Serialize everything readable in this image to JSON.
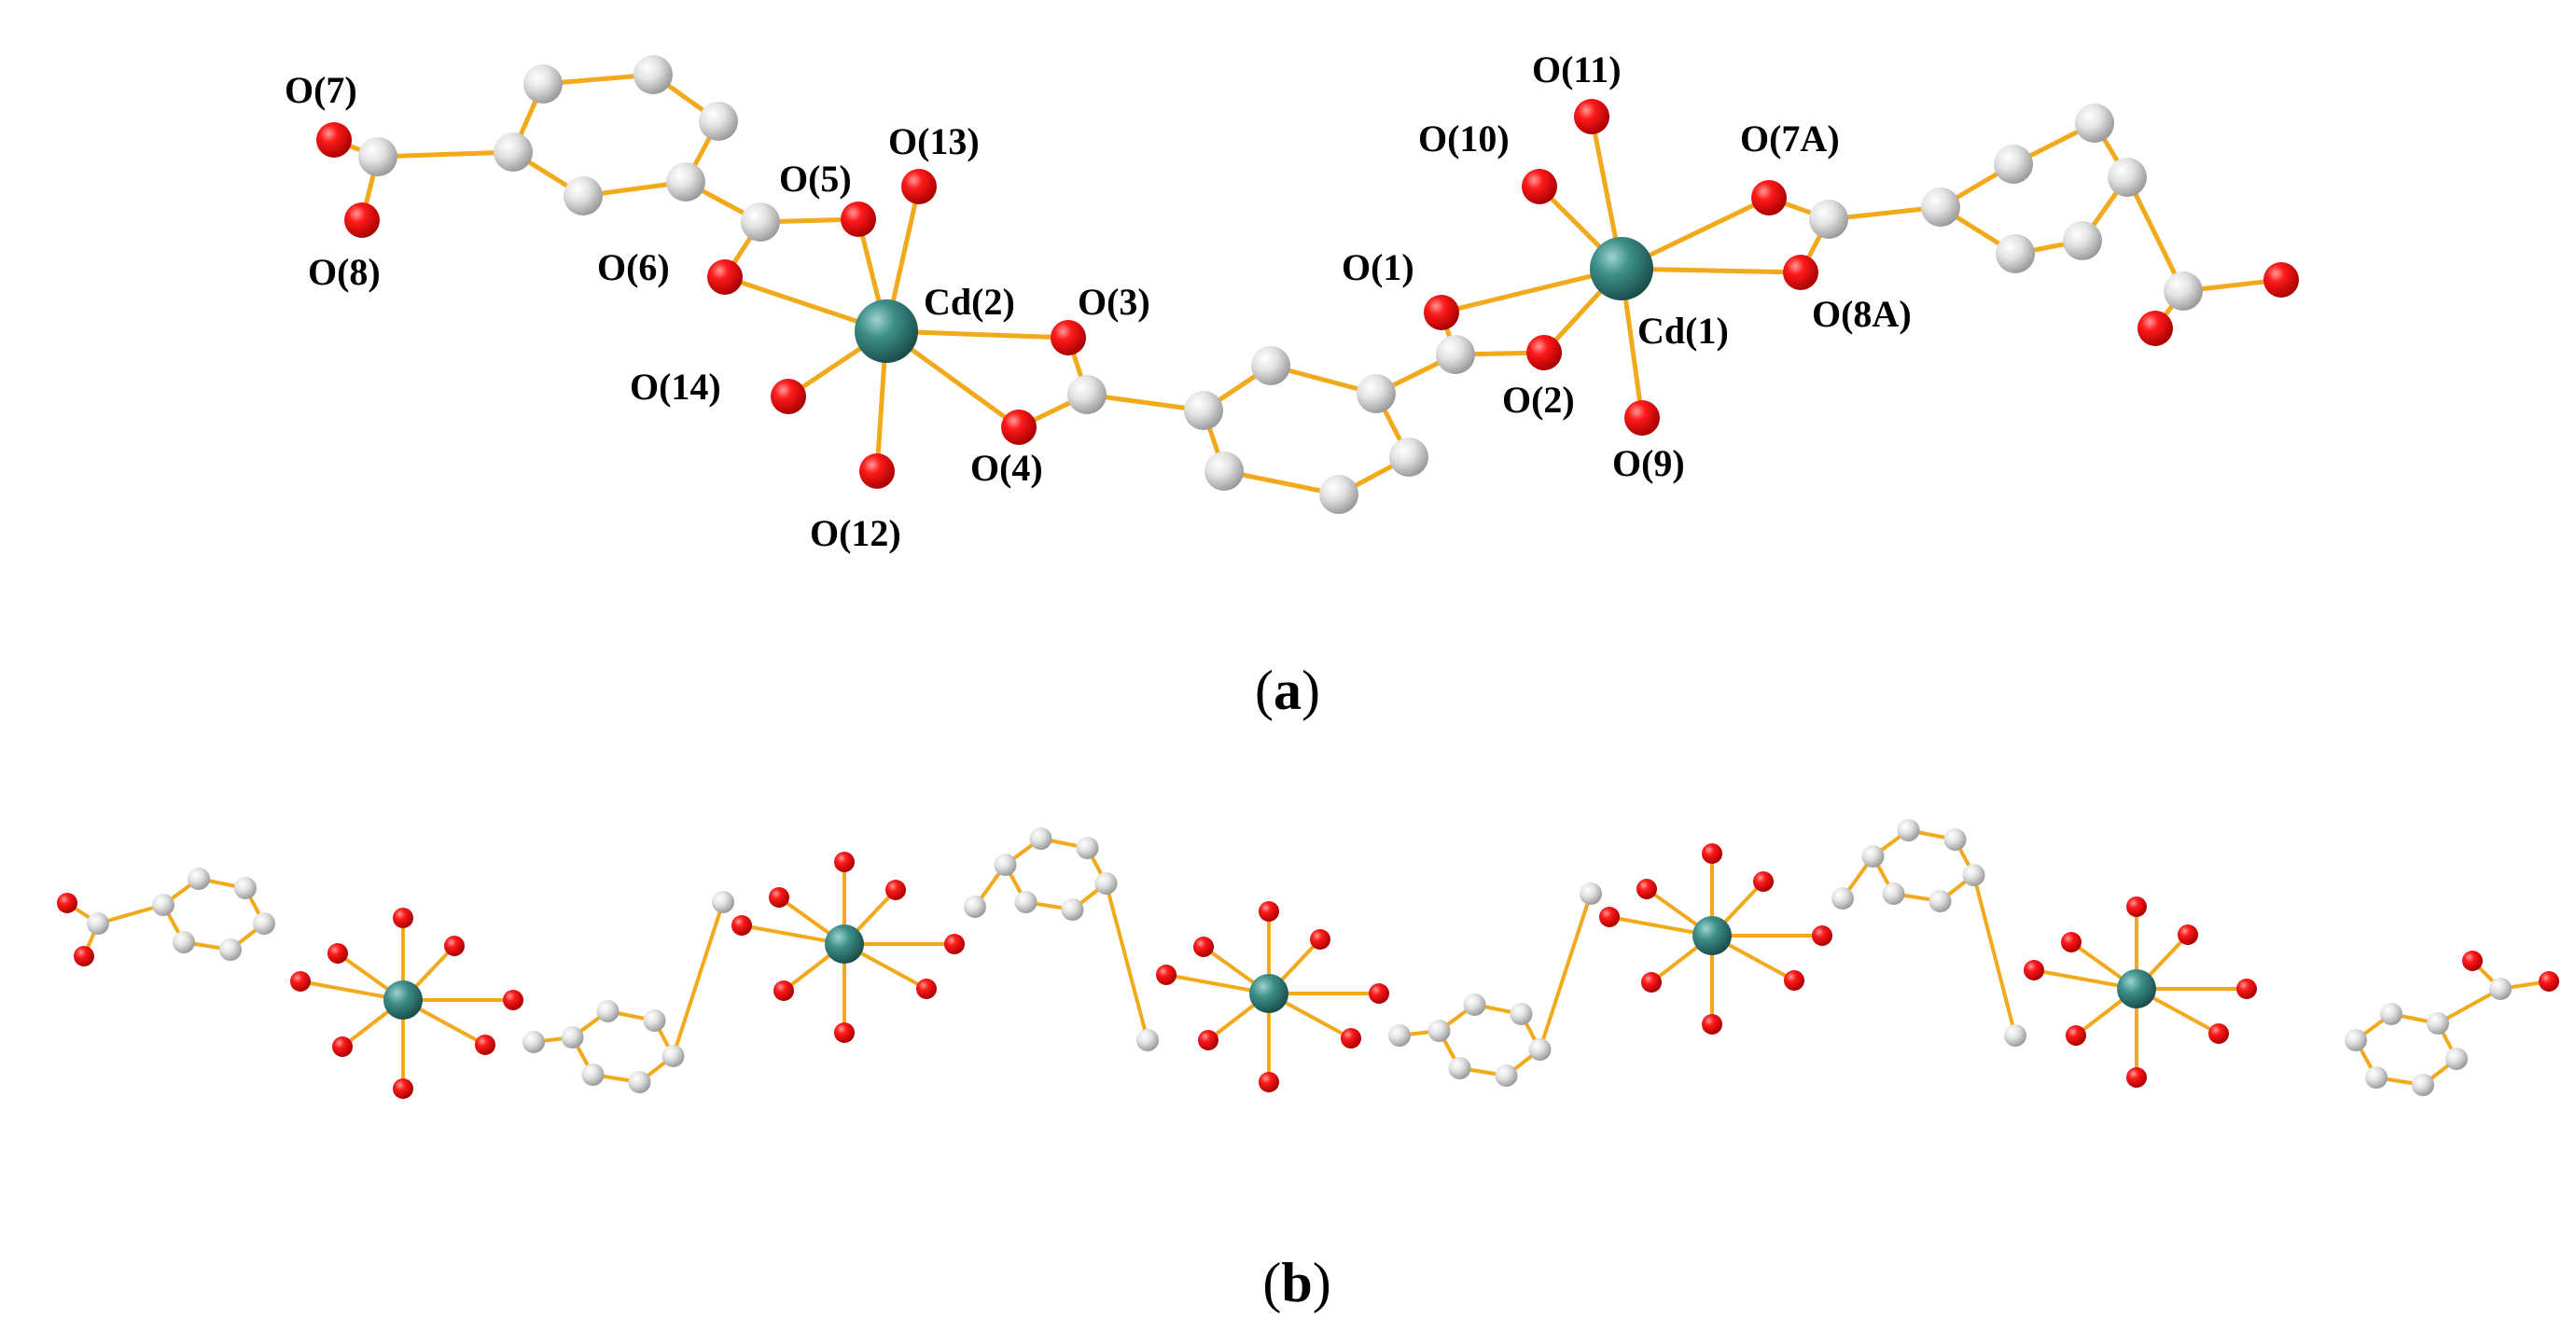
{
  "figure": {
    "colors": {
      "oxygen": "#e00000",
      "carbon": "#d2d2d2",
      "cadmium": "#2e7d79",
      "bond": "#f2a91b"
    },
    "panel_a": {
      "caption_letter": "a",
      "labels": {
        "o7": "O(7)",
        "o8": "O(8)",
        "o6": "O(6)",
        "o5": "O(5)",
        "o13": "O(13)",
        "cd2": "Cd(2)",
        "o3": "O(3)",
        "o14": "O(14)",
        "o4": "O(4)",
        "o12": "O(12)",
        "o11": "O(11)",
        "o10": "O(10)",
        "o7a": "O(7A)",
        "o1": "O(1)",
        "cd1": "Cd(1)",
        "o8a": "O(8A)",
        "o2": "O(2)",
        "o9": "O(9)"
      }
    },
    "panel_b": {
      "caption_letter": "b"
    }
  }
}
